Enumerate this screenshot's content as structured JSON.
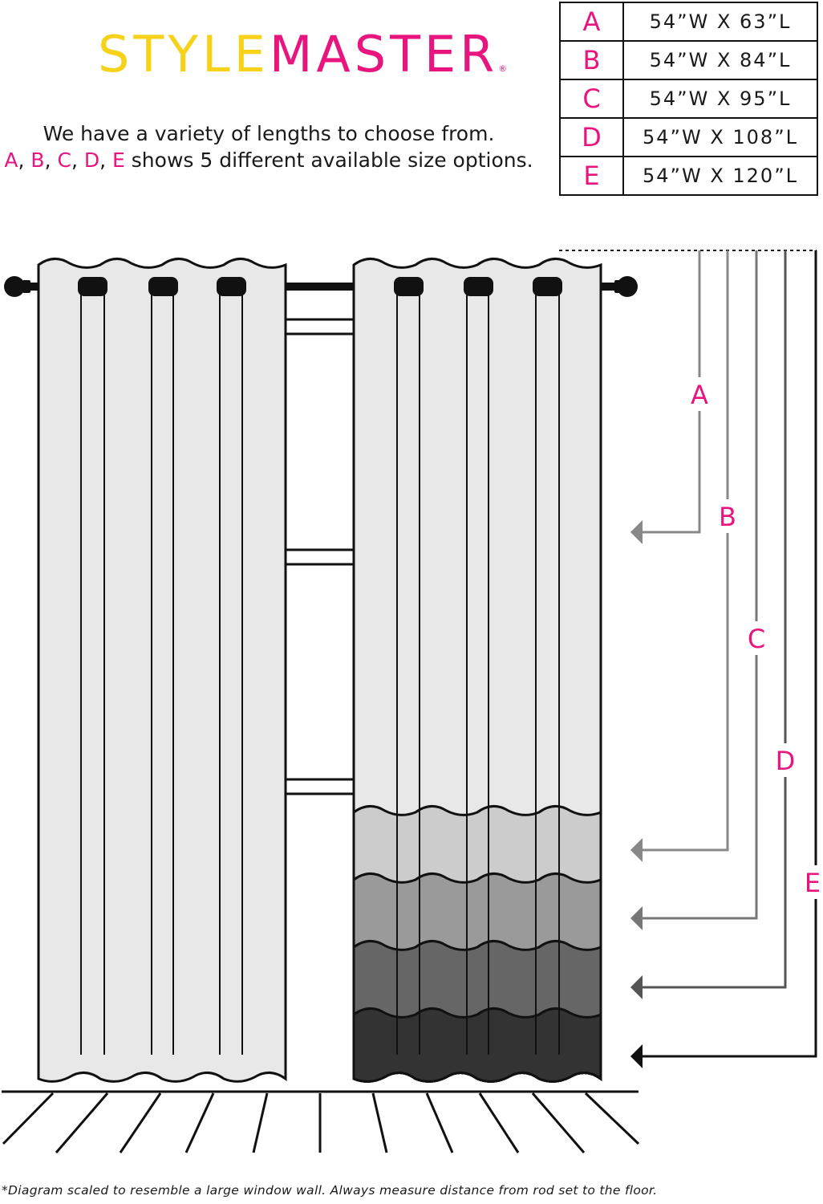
{
  "brand": {
    "part1": "STYLE",
    "part2": "MASTER",
    "mark": "®"
  },
  "intro": {
    "line1": "We have a variety of lengths to choose from.",
    "letters": [
      "A",
      "B",
      "C",
      "D",
      "E"
    ],
    "line2_suffix": " shows 5 different available size options."
  },
  "sizes": [
    {
      "code": "A",
      "dims": "54”W X 63”L"
    },
    {
      "code": "B",
      "dims": "54”W X 84”L"
    },
    {
      "code": "C",
      "dims": "54”W X 95”L"
    },
    {
      "code": "D",
      "dims": "54”W X 108”L"
    },
    {
      "code": "E",
      "dims": "54”W X 120”L"
    }
  ],
  "diagram": {
    "length_labels": [
      "A",
      "B",
      "C",
      "D",
      "E"
    ],
    "colors": {
      "accent": "#e8157f",
      "brand_yellow": "#f6d21a",
      "panel": "#e8e8e8",
      "band_b": "#cccccc",
      "band_c": "#9a9a9a",
      "band_d": "#666666",
      "band_e": "#333333",
      "measure_a": "#888888",
      "measure_b": "#888888",
      "measure_c": "#777777",
      "measure_d": "#555555",
      "measure_e": "#111111"
    }
  },
  "footnote": "*Diagram scaled to resemble a large window wall. Always measure distance from rod set to the floor."
}
